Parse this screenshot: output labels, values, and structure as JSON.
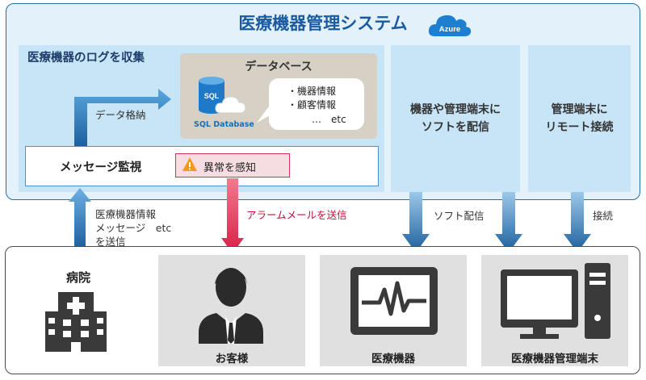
{
  "system": {
    "title": "医療機器管理システム",
    "azure_badge": "Azure"
  },
  "collect": {
    "label": "医療機器のログを収集",
    "database": {
      "label": "データベース",
      "sql_icon_text": "SQL",
      "sql_caption": "SQL Database",
      "items": [
        "・機器情報",
        "・顧客情報",
        "…　etc"
      ]
    },
    "store_label": "データ格納",
    "message_monitor": "メッセージ監視",
    "alert": {
      "label": "異常を感知",
      "icon": "warning-icon"
    }
  },
  "services": [
    {
      "line1": "機器や管理端末に",
      "line2": "ソフトを配信"
    },
    {
      "line1": "管理端末に",
      "line2": "リモート接続"
    }
  ],
  "flows": {
    "send_info": [
      "医療機器情報",
      "メッセージ　etc",
      "を送信"
    ],
    "alarm_mail": "アラームメールを送信",
    "soft_delivery": "ソフト配信",
    "connect": "接続"
  },
  "site": {
    "hospital_label": "病院",
    "panels": [
      {
        "label": "お客様",
        "icon": "customer-icon"
      },
      {
        "label": "医療機器",
        "icon": "medical-monitor-icon"
      },
      {
        "label": "医療機器管理端末",
        "icon": "computer-terminal-icon"
      }
    ]
  },
  "colors": {
    "title_blue": "#1a5aa0",
    "frame_blue": "#1d6fb0",
    "light_panel": "#c7e5f6",
    "alert_red": "#d8324f",
    "icon_dark": "#3a3a3a"
  }
}
